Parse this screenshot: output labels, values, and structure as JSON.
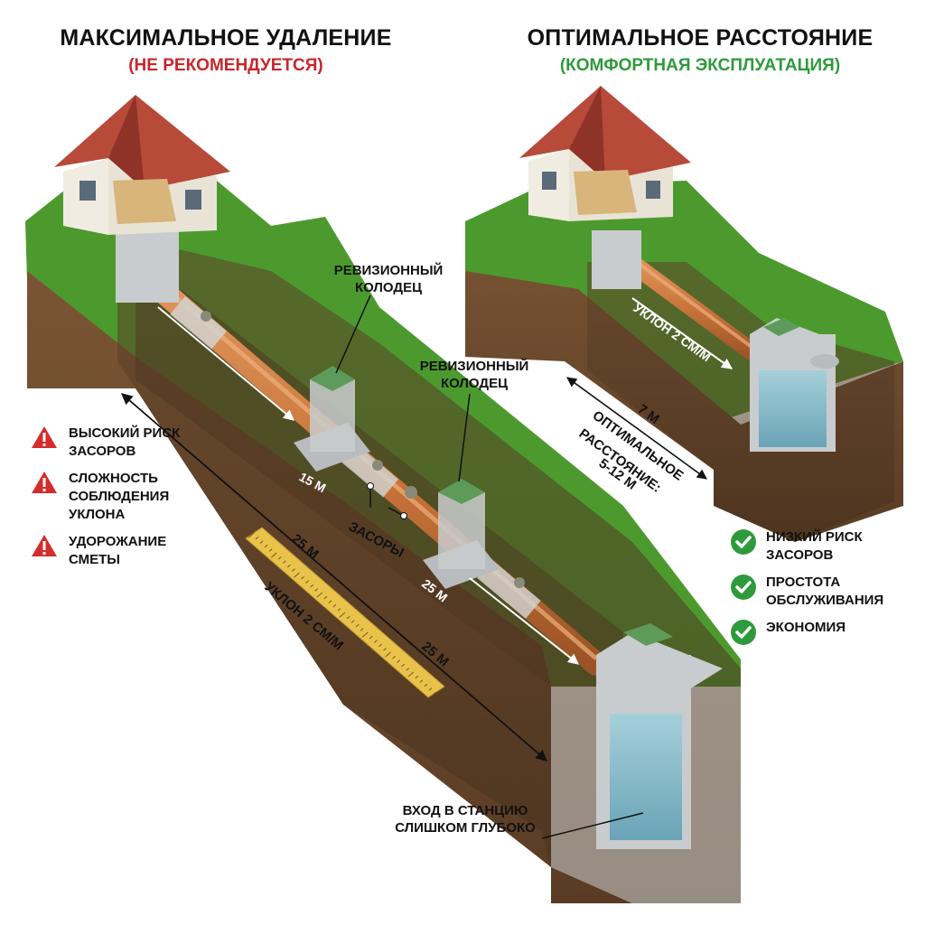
{
  "left_panel": {
    "title": "МАКСИМАЛЬНОЕ УДАЛЕНИЕ",
    "subtitle": "(НЕ РЕКОМЕНДУЕТСЯ)",
    "manhole_label_1": "РЕВИЗИОННЫЙ\nКОЛОДЕЦ",
    "manhole_label_2": "РЕВИЗИОННЫЙ\nКОЛОДЕЦ",
    "dist_15": "15 М",
    "dist_25_a": "25 М",
    "dist_25_b": "25 М",
    "dist_25_c": "25 М",
    "clogs_label": "ЗАСОРЫ",
    "slope_label": "УКЛОН 2 СМ/М",
    "inlet_label": "ВХОД В СТАНЦИЮ\nСЛИШКОМ ГЛУБОКО",
    "risks": [
      {
        "text": "ВЫСОКИЙ РИСК\nЗАСОРОВ",
        "icon": "warning-icon"
      },
      {
        "text": "СЛОЖНОСТЬ\nСОБЛЮДЕНИЯ\nУКЛОНА",
        "icon": "warning-icon"
      },
      {
        "text": "УДОРОЖАНИЕ\nСМЕТЫ",
        "icon": "warning-icon"
      }
    ]
  },
  "right_panel": {
    "title": "ОПТИМАЛЬНОЕ РАССТОЯНИЕ",
    "subtitle": "(КОМФОРТНАЯ ЭКСПЛУАТАЦИЯ)",
    "slope_label": "УКЛОН 2 СМ/М",
    "dist_7": "7 М",
    "optimal_line1": "ОПТИМАЛЬНОЕ",
    "optimal_line2": "РАССТОЯНИЕ:",
    "optimal_line3": "5-12 М",
    "benefits": [
      {
        "text": "НИЗКИЙ РИСК\nЗАСОРОВ",
        "icon": "check-icon"
      },
      {
        "text": "ПРОСТОТА\nОБСЛУЖИВАНИЯ",
        "icon": "check-icon"
      },
      {
        "text": "ЭКОНОМИЯ",
        "icon": "check-icon"
      }
    ]
  },
  "colors": {
    "warning_red": "#d42c2c",
    "check_green": "#2f9a3c",
    "grass": "#4c9a2e",
    "soil": "#6b4a2e",
    "pipe": "#c8743a",
    "concrete": "#c9ccce",
    "roof": "#b84a3a",
    "water": "#7fb8c8",
    "ruler": "#e8c24a"
  }
}
